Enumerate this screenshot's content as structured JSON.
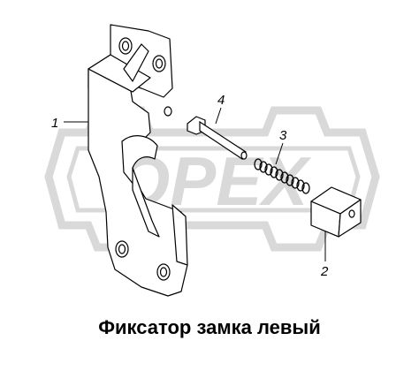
{
  "caption": "Фиксатор замка левый",
  "callouts": {
    "one": "1",
    "two": "2",
    "three": "3",
    "four": "4"
  },
  "watermark": {
    "text": "OPEX",
    "color": "#d9d9d9"
  },
  "colors": {
    "line": "#000000",
    "fill": "#ffffff"
  }
}
